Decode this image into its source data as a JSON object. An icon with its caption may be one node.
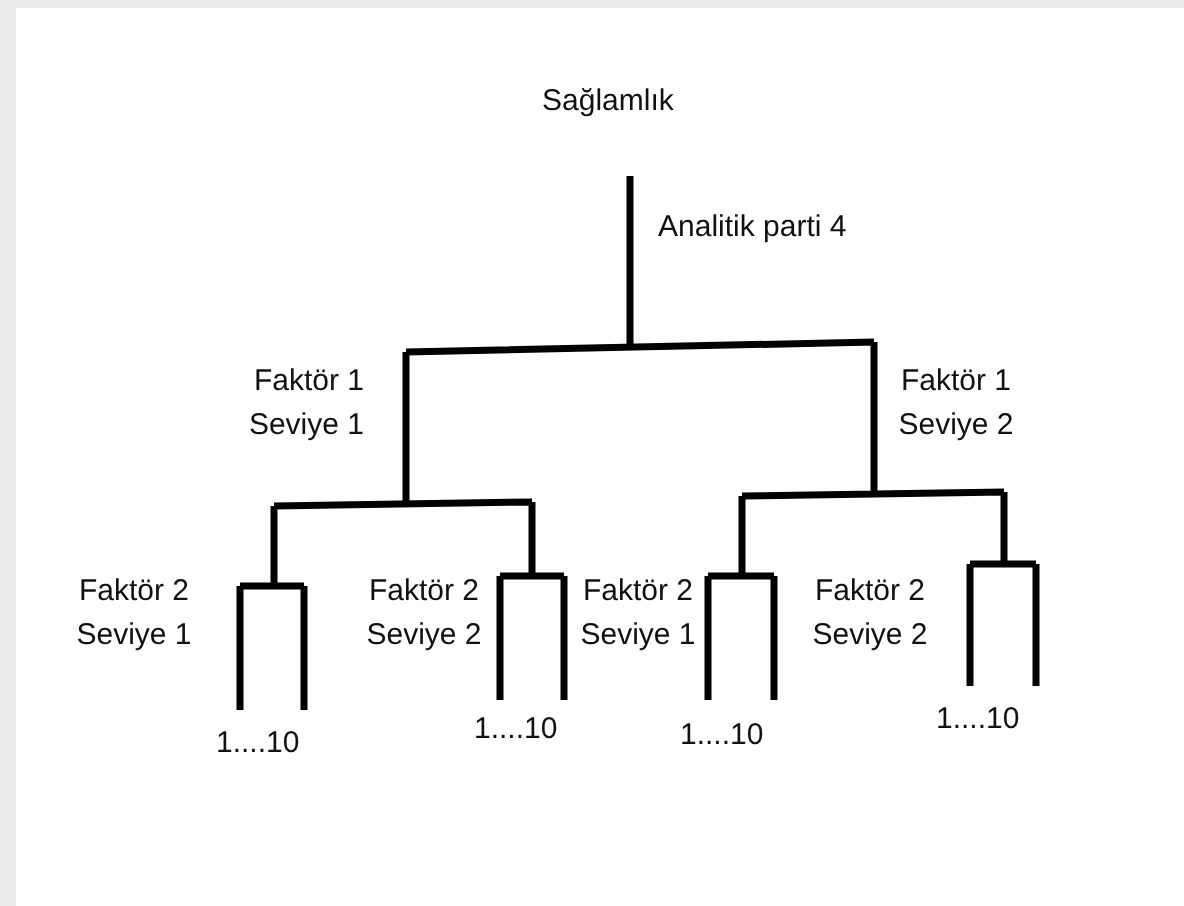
{
  "diagram": {
    "labels": [
      "Sağlamlık",
      "Analitik parti 4",
      "Faktör 1 Seviye 1",
      "Faktör 1 Seviye 2",
      "Faktör 2 Seviye 1",
      "Faktör 2 Seviye 2",
      "Faktör 2 Seviye 1",
      "Faktör 2 Seviye 2",
      "1....10",
      "1....10",
      "1....10",
      "1....10"
    ]
  }
}
